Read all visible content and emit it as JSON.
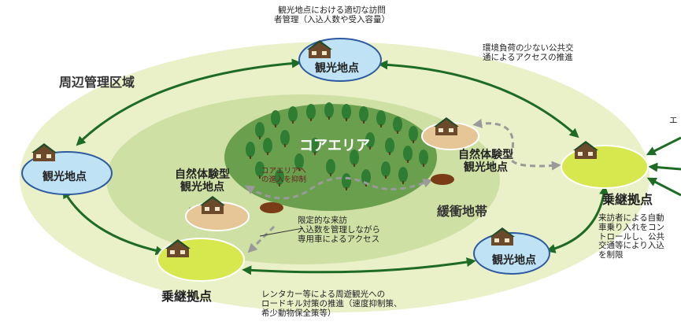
{
  "zones": {
    "peripheral": "周辺管理区域",
    "buffer": "緩衝地帯",
    "core": "コアエリア"
  },
  "sites": {
    "top": "観光地点",
    "left": "観光地点",
    "bottom_right": "観光地点"
  },
  "experience_sites": {
    "left": "自然体験型\n観光地点",
    "right": "自然体験型\n観光地点"
  },
  "hubs": {
    "right": "乗継拠点",
    "bottom_left": "乗継拠点"
  },
  "notes": {
    "top": "観光地点における適切な訪問\n者管理（入込人数や受入容量）",
    "top_right": "環境負荷の少ない公共交\n通によるアクセスの推進",
    "core_restriction": "コアエリアへ\nの進入を抑制",
    "limited_access": "限定的な来訪\n入込数を管理しながら\n専用車によるアクセス",
    "right_hub": "来訪者による自動\n車乗り入れをコン\nトロールし、公共\n交通等により入込\nを制限",
    "bottom": "レンタカー等による周遊観光への\nロードキル対策の推進（速度抑制策、\n希少動物保全策等）",
    "edge_cut": "エ"
  },
  "colors": {
    "outer_zone": "#eaf0c8",
    "buffer_zone": "#cfe0a4",
    "core_zone": "#6a9f4e",
    "site_fill": "#bfe3f4",
    "hub_fill": "#d6e84e",
    "arrow": "#1e6b26",
    "dashed_arrow": "#9a9a9a"
  }
}
